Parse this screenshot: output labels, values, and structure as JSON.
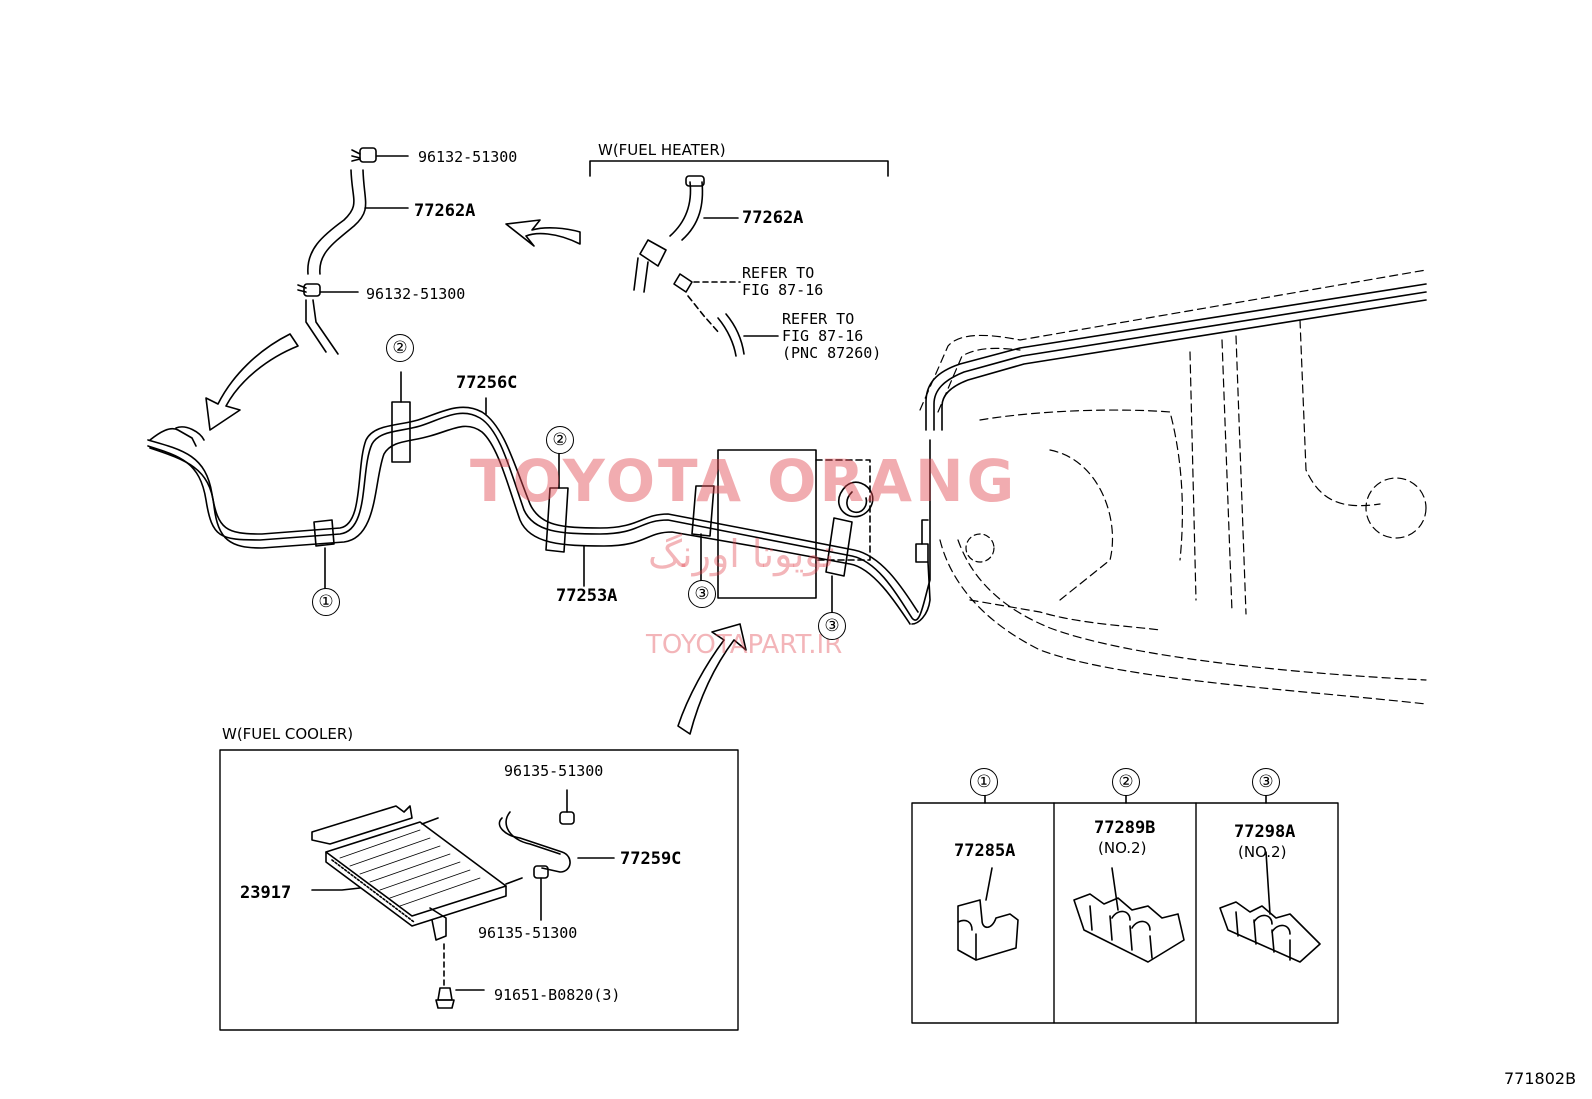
{
  "fuel_heater": {
    "title": "W(FUEL HEATER)",
    "part_hose": "77262A",
    "refer1": "REFER TO\nFIG 87-16",
    "refer2": "REFER TO\nFIG 87-16\n(PNC 87260)"
  },
  "upper_left": {
    "clip_top": "96132-51300",
    "hose": "77262A",
    "clip_bottom": "96132-51300"
  },
  "main": {
    "tube_upper": "77256C",
    "tube_lower": "77253A",
    "callout_1": "①",
    "callout_2a": "②",
    "callout_2b": "②",
    "callout_3a": "③",
    "callout_3b": "③"
  },
  "fuel_cooler": {
    "title": "W(FUEL COOLER)",
    "clip_top": "96135-51300",
    "hose": "77259C",
    "clip_bottom": "96135-51300",
    "cooler": "23917",
    "bolt": "91651-B0820(3)"
  },
  "clamps": [
    {
      "num": "①",
      "part": "77285A",
      "sub": ""
    },
    {
      "num": "②",
      "part": "77289B",
      "sub": "(NO.2)"
    },
    {
      "num": "③",
      "part": "77298A",
      "sub": "(NO.2)"
    }
  ],
  "watermark": {
    "line1": "TOYOTA ORANG",
    "line2": "تویوتا اورنگ",
    "line3": "TOYOTAPART.IR"
  },
  "figure_id": "771802B"
}
